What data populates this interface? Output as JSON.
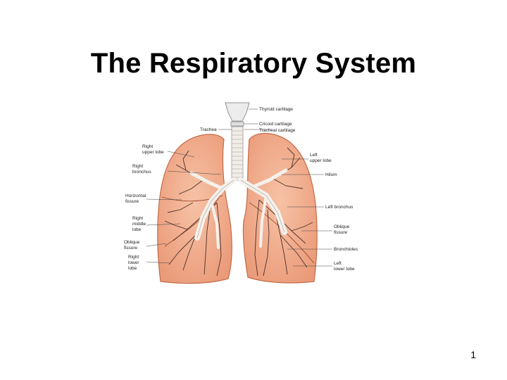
{
  "slide": {
    "title": "The Respiratory System",
    "page_number": "1"
  },
  "diagram": {
    "labels": {
      "thyroid_cartilage": "Thyroid cartilage",
      "cricoid_cartilage": "Cricoid cartilage",
      "tracheal_cartilage": "Tracheal cartilage",
      "trachea": "Trachea",
      "right_upper_lobe": [
        "Right",
        "upper lobe"
      ],
      "right_bronchus": [
        "Right",
        "bronchus"
      ],
      "horizontal_fissure": [
        "Horizontal",
        "fissure"
      ],
      "right_middle_lobe": [
        "Right",
        "middle",
        "lobe"
      ],
      "oblique_fissure_right": [
        "Oblique",
        "fissure"
      ],
      "right_lower_lobe": [
        "Right",
        "lower",
        "lobe"
      ],
      "left_upper_lobe": [
        "Left",
        "upper lobe"
      ],
      "hilum": "Hilum",
      "left_bronchus": "Left bronchus",
      "oblique_fissure_left": [
        "Oblique",
        "fissure"
      ],
      "bronchioles": "Bronchioles",
      "left_lower_lobe": [
        "Left",
        "lower lobe"
      ]
    },
    "colors": {
      "lung_fill": "#f2b08f",
      "lung_edge": "#c46a48",
      "airway": "#f4f1ec",
      "vessel": "#4a3028"
    }
  }
}
